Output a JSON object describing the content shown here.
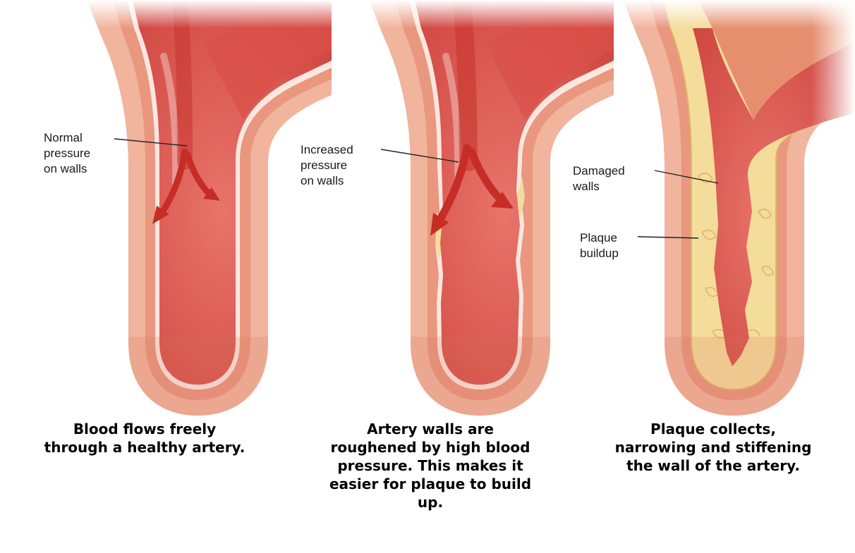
{
  "colors": {
    "outer_wall": "#f1b49c",
    "inner_wall": "#e9977f",
    "lining": "#fbe7e0",
    "blood": "#de5a53",
    "blood_deep": "#c7352f",
    "arrow": "#c62d27",
    "plaque": "#f4dc9b",
    "plaque_edge": "#ddb867",
    "leader": "#222222"
  },
  "panels": [
    {
      "labels": [
        {
          "lines": [
            "Normal",
            "pressure",
            "on walls"
          ]
        }
      ],
      "caption": [
        "Blood flows freely",
        "through a healthy artery."
      ]
    },
    {
      "labels": [
        {
          "lines": [
            "Increased",
            "pressure",
            "on walls"
          ]
        }
      ],
      "caption": [
        "Artery walls are",
        "roughened by high blood",
        "pressure. This makes it",
        "easier for plaque to build",
        "up."
      ]
    },
    {
      "labels": [
        {
          "lines": [
            "Damaged",
            "walls"
          ]
        },
        {
          "lines": [
            "Plaque",
            "buildup"
          ]
        }
      ],
      "caption": [
        "Plaque collects,",
        "narrowing and stiffening",
        "the wall of the artery."
      ]
    }
  ]
}
